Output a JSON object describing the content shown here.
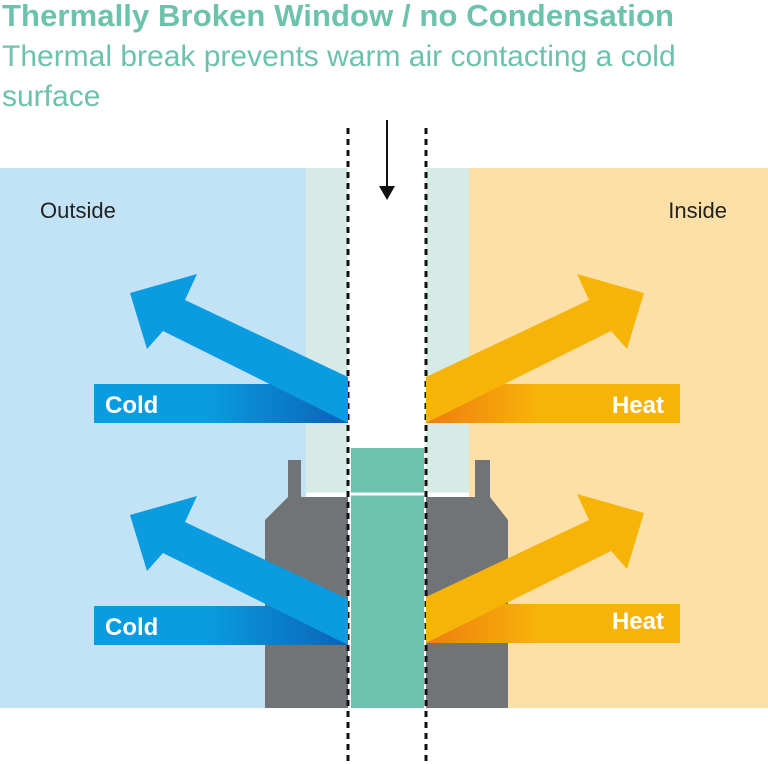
{
  "title": "Thermally Broken Window / no Condensation",
  "subtitle": "Thermal break prevents warm air contacting a cold surface",
  "labels": {
    "outside": "Outside",
    "inside": "Inside",
    "cold_top": "Cold",
    "cold_bottom": "Cold",
    "heat_top": "Heat",
    "heat_bottom": "Heat"
  },
  "colors": {
    "title": "#6cc2ac",
    "outside_bg": "#c2e3f6",
    "inside_bg": "#fde0a8",
    "glass": "#d6ebe6",
    "frame": "#717477",
    "thermal_break": "#6cc2ac",
    "cold_arrow": "#0a9be0",
    "heat_arrow": "#f7b408"
  }
}
